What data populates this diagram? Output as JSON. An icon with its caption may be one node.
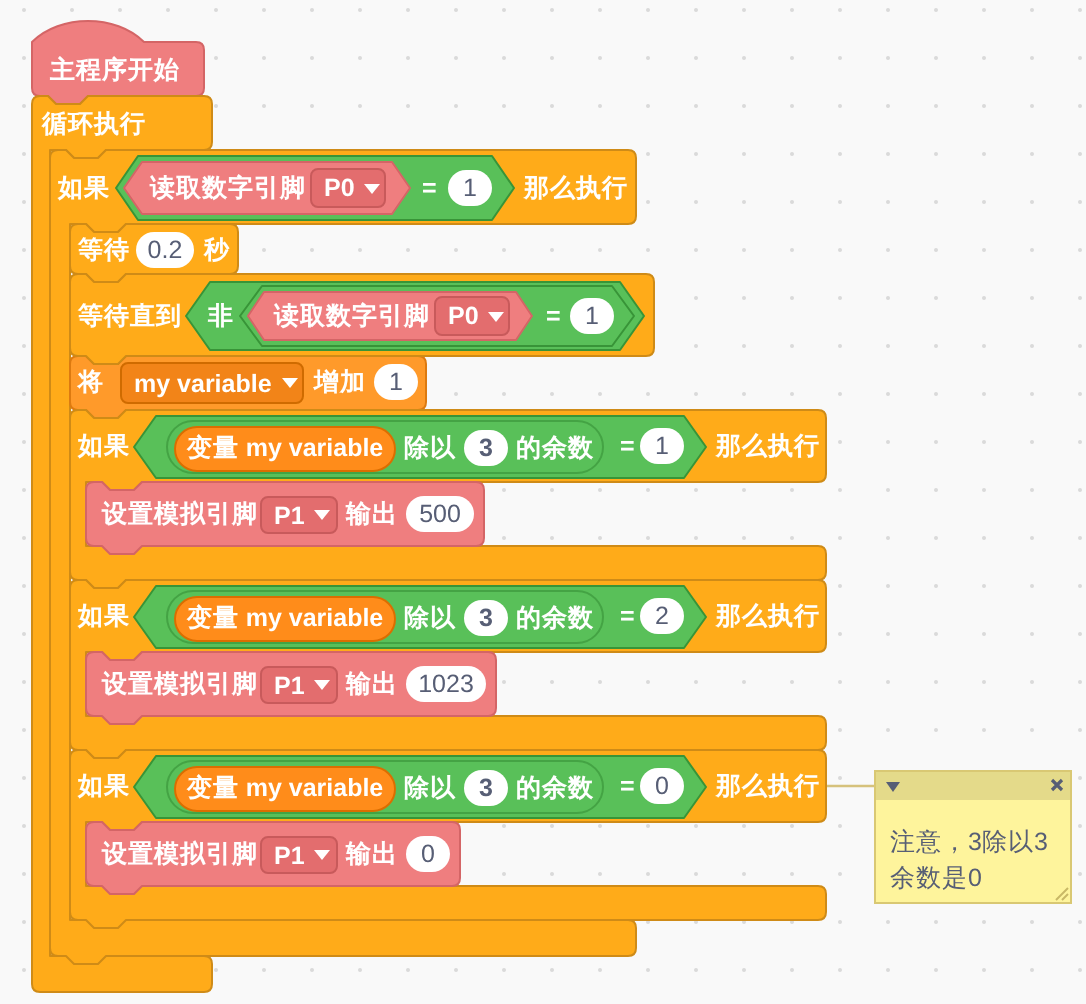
{
  "diagram": {
    "nodes": [
      {
        "text": [
          "主程序开始"
        ]
      },
      {
        "text": [
          "循环执行"
        ]
      },
      {
        "text": [
          "如果",
          "那么执行"
        ]
      },
      {
        "text": [
          "="
        ],
        "in": 2
      },
      {
        "text": [
          "读取数字引脚"
        ],
        "in": 3
      },
      {
        "text": [
          "P0"
        ],
        "in": 4
      },
      {
        "text": [
          "1"
        ],
        "in": 3
      },
      {
        "text": [
          "等待",
          "秒"
        ],
        "in": 2
      },
      {
        "text": [
          "0.2"
        ],
        "in": 7
      },
      {
        "text": [
          "等待直到"
        ]
      },
      {
        "text": [
          "非"
        ],
        "in": 9
      },
      {
        "text": [
          "="
        ],
        "in": 10
      },
      {
        "text": [
          "读取数字引脚"
        ],
        "in": 11
      },
      {
        "text": [
          "P0"
        ],
        "in": 12
      },
      {
        "text": [
          "1"
        ],
        "in": 11
      },
      {
        "text": [
          "将",
          "增加"
        ],
        "in": 2
      },
      {
        "text": [
          "my variable"
        ],
        "in": 15
      },
      {
        "text": [
          "1"
        ],
        "in": 15
      },
      {
        "text": [
          "如果",
          "那么执行"
        ]
      },
      {
        "text": [
          "="
        ],
        "in": 18
      },
      {
        "text": [
          "除以",
          "的余数"
        ],
        "in": 19
      },
      {
        "text": [
          "变量 my variable"
        ],
        "in": 20
      },
      {
        "text": [
          "3"
        ],
        "in": 20
      },
      {
        "text": [
          "1"
        ],
        "in": 19
      },
      {
        "text": [
          "设置模拟引脚",
          "输出"
        ],
        "in": 18
      },
      {
        "text": [
          "P1"
        ],
        "in": 24
      },
      {
        "text": [
          "500"
        ],
        "in": 24
      },
      {
        "text": [
          "如果",
          "那么执行"
        ]
      },
      {
        "text": [
          "="
        ],
        "in": 27
      },
      {
        "text": [
          "除以",
          "的余数"
        ],
        "in": 28
      },
      {
        "text": [
          "变量 my variable"
        ],
        "in": 29
      },
      {
        "text": [
          "3"
        ],
        "in": 29
      },
      {
        "text": [
          "2"
        ],
        "in": 28
      },
      {
        "text": [
          "设置模拟引脚",
          "输出"
        ],
        "in": 27
      },
      {
        "text": [
          "P1"
        ],
        "in": 33
      },
      {
        "text": [
          "1023"
        ],
        "in": 33
      },
      {
        "text": [
          "如果",
          "那么执行"
        ]
      },
      {
        "text": [
          "="
        ],
        "in": 36
      },
      {
        "text": [
          "除以",
          "的余数"
        ],
        "in": 37
      },
      {
        "text": [
          "变量 my variable"
        ],
        "in": 38
      },
      {
        "text": [
          "3"
        ],
        "in": 38
      },
      {
        "text": [
          "0"
        ],
        "in": 37
      },
      {
        "text": [
          "设置模拟引脚",
          "输出"
        ],
        "in": 36
      },
      {
        "text": [
          "P1"
        ],
        "in": 42
      },
      {
        "text": [
          "0"
        ],
        "in": 42
      },
      {
        "text": [
          "注意，3除以3余数是0"
        ]
      }
    ],
    "edges": [
      {
        "from": 45,
        "to": 36,
        "arrow": "none"
      }
    ]
  }
}
